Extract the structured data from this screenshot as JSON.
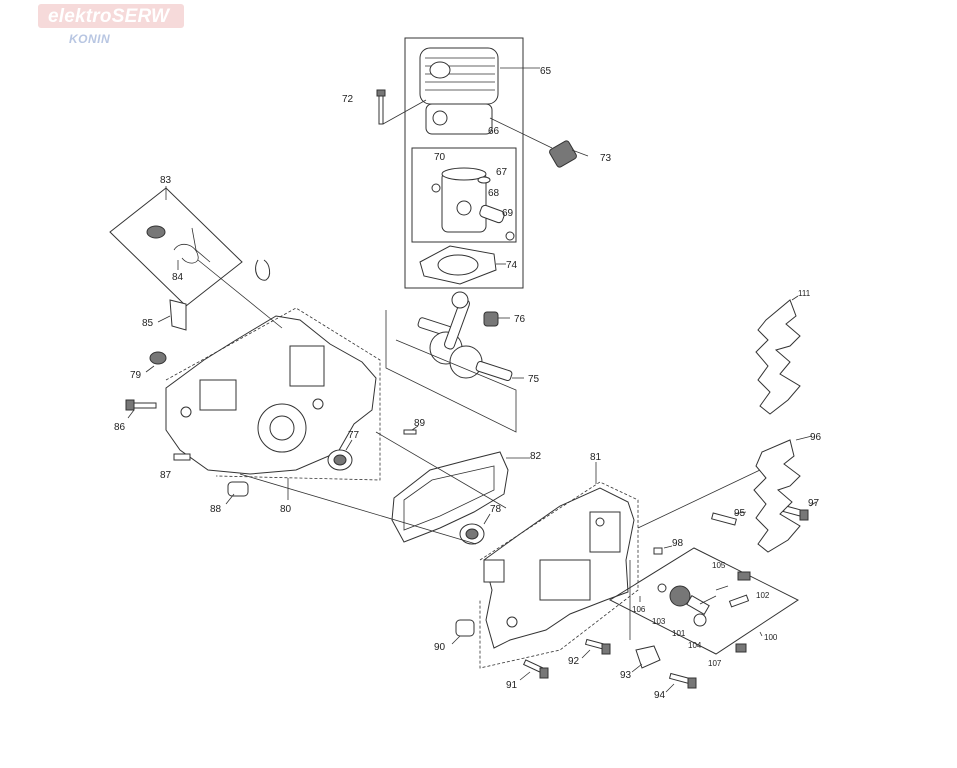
{
  "watermark": {
    "title": "elektroSERW",
    "subtitle": "KONIN"
  },
  "callouts": {
    "c65": "65",
    "c66": "66",
    "c67": "67",
    "c68": "68",
    "c69": "69",
    "c70": "70",
    "c72": "72",
    "c73": "73",
    "c74": "74",
    "c75": "75",
    "c76": "76",
    "c77": "77",
    "c78": "78",
    "c79": "79",
    "c80": "80",
    "c81": "81",
    "c82": "82",
    "c83": "83",
    "c84": "84",
    "c85": "85",
    "c86": "86",
    "c87": "87",
    "c88": "88",
    "c89": "89",
    "c90": "90",
    "c91": "91",
    "c92": "92",
    "c93": "93",
    "c94": "94",
    "c95": "95",
    "c96": "96",
    "c97": "97",
    "c98": "98",
    "c100": "100",
    "c101": "101",
    "c102": "102",
    "c103": "103",
    "c104": "104",
    "c105": "105",
    "c106": "106",
    "c107": "107",
    "c111": "111"
  },
  "colors": {
    "watermark_bg": "#f6dada",
    "watermark_sub": "#b8c6e2",
    "line": "#333333"
  }
}
